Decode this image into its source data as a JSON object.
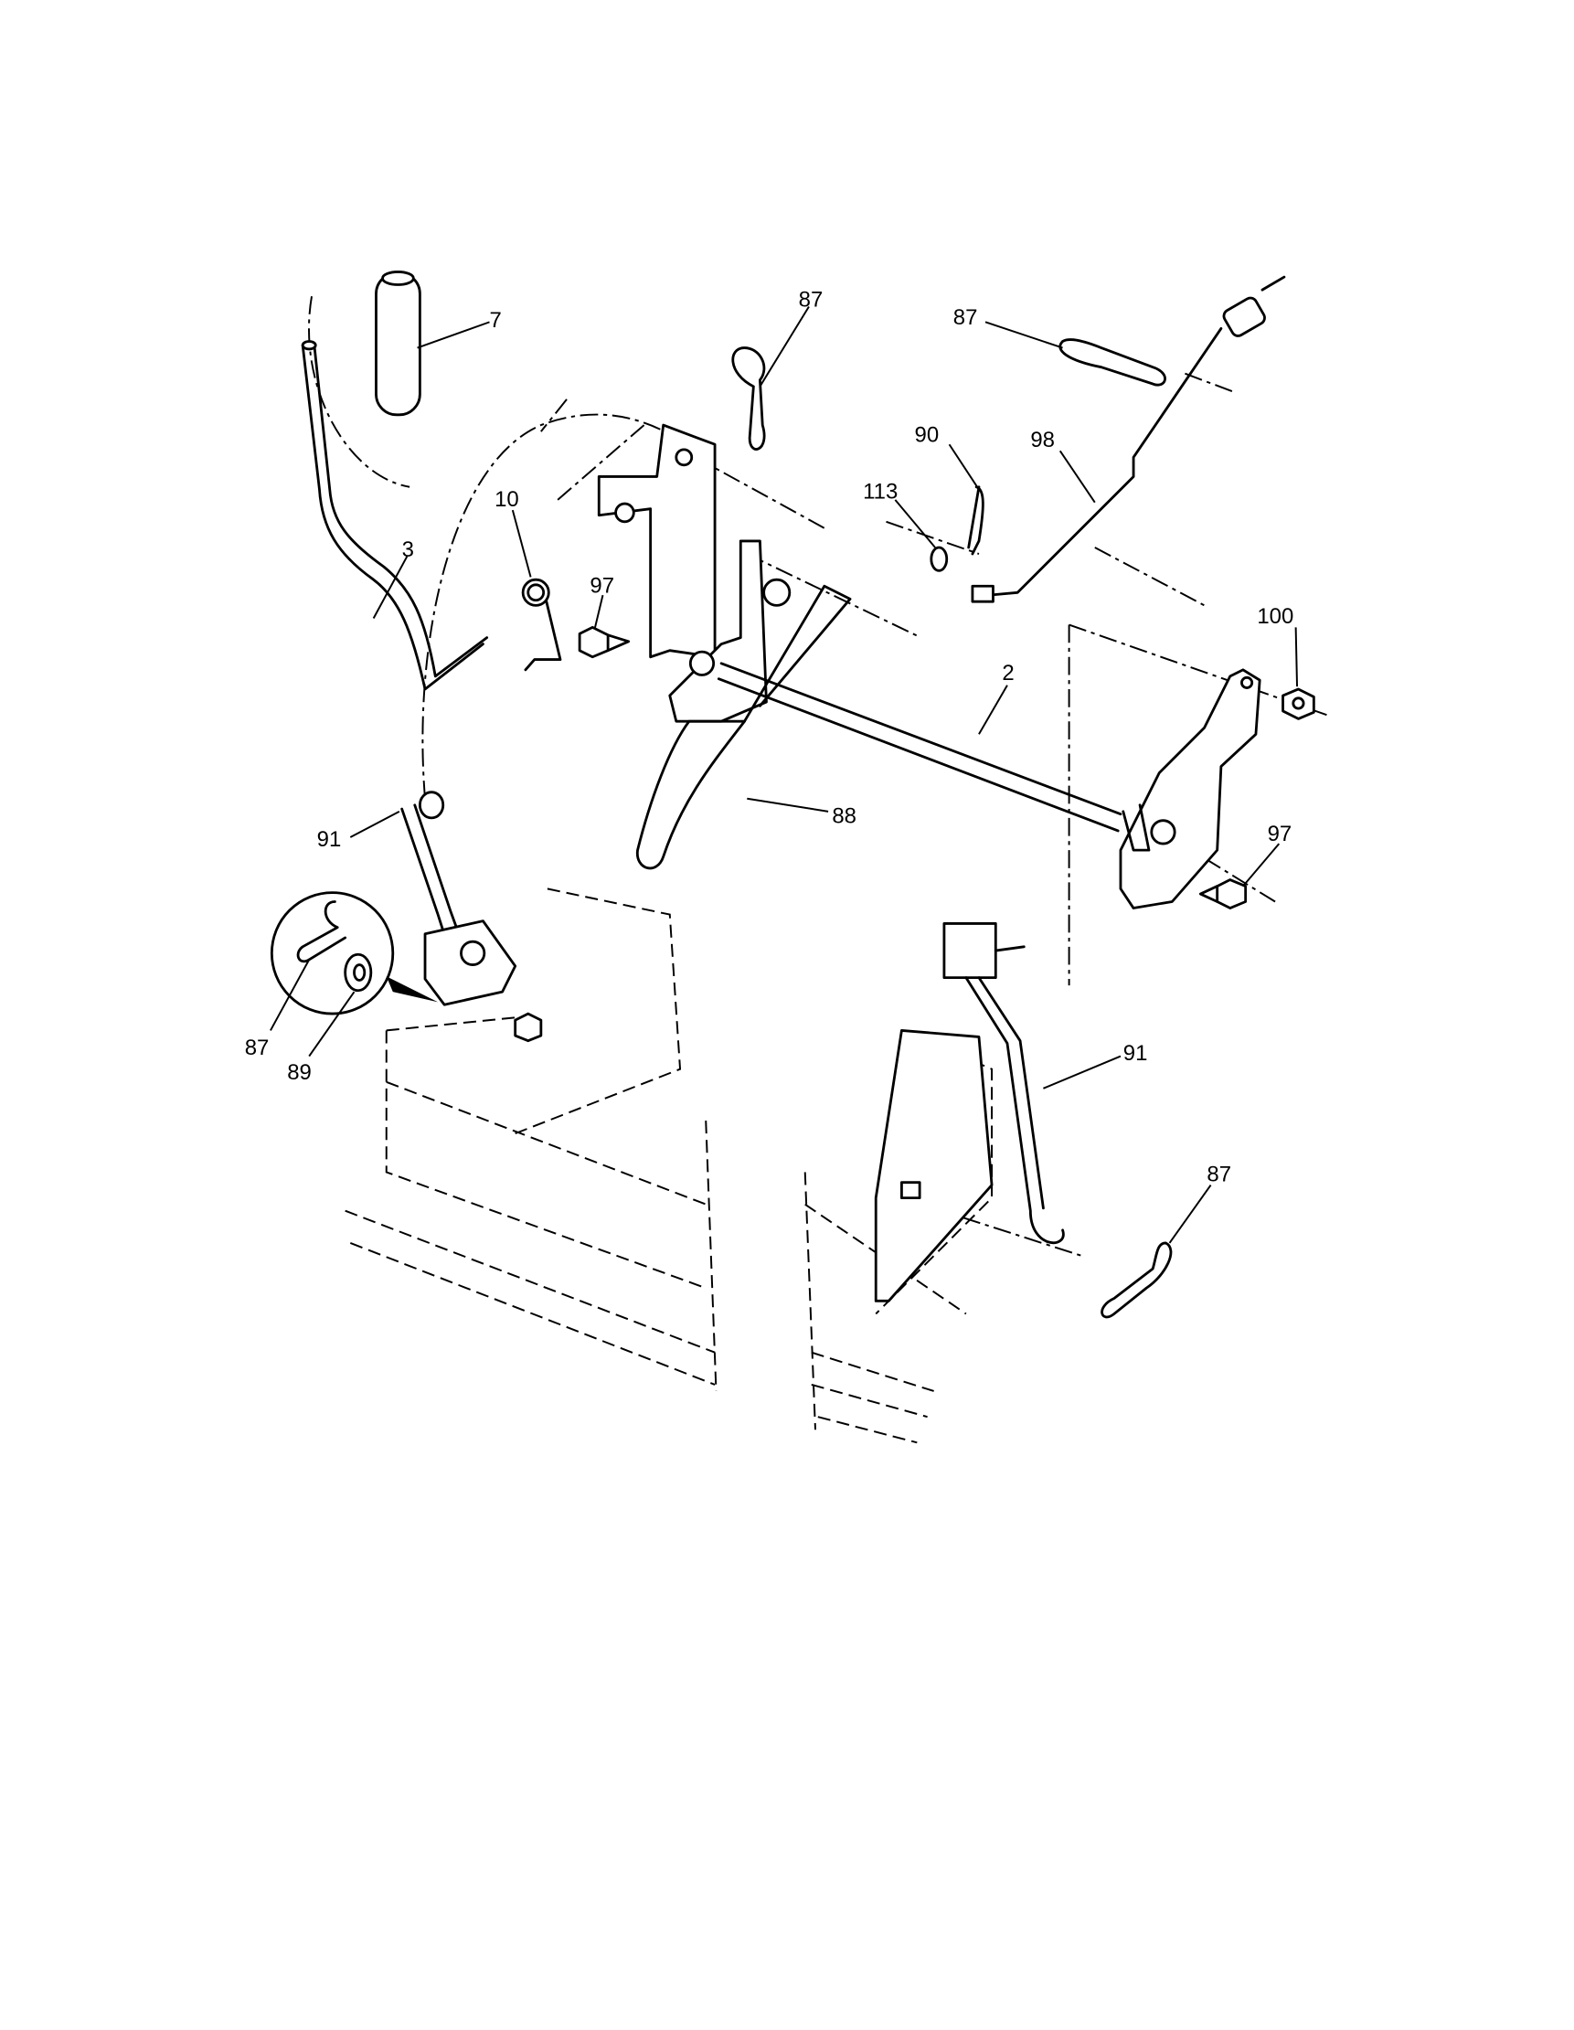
{
  "diagram": {
    "type": "exploded parts diagram",
    "callouts": [
      "7",
      "87",
      "87",
      "90",
      "98",
      "113",
      "10",
      "3",
      "97",
      "100",
      "2",
      "88",
      "91",
      "97",
      "87",
      "89",
      "91",
      "87"
    ]
  }
}
